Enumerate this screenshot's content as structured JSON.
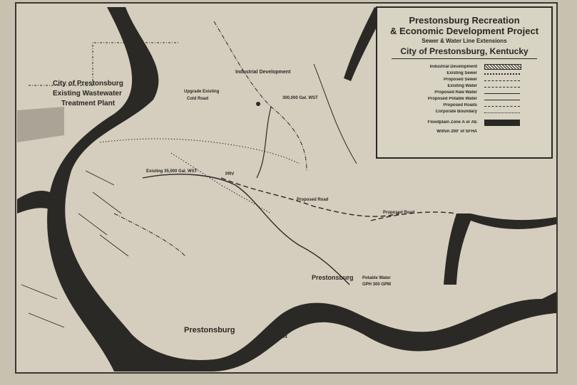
{
  "map": {
    "labels": {
      "wastewater_1": "City of Prestonsburg",
      "wastewater_2": "Existing Wastewater",
      "wastewater_3": "Treatment Plant",
      "industrial": "Industrial Development",
      "gal_east": "300,000 Gal. WST",
      "upgrade_1": "Upgrade Existing",
      "upgrade_2": "Cold Road",
      "gal_west": "Existing 35,000 Gal. WST",
      "road_center": "Proposed Road",
      "road_right": "Proposed Road",
      "prv": "PRV",
      "town_center": "Prestonsburg",
      "potable_1": "Potable Water",
      "potable_2": "GPH 300 GPM",
      "town_lower": "Prestonsburg",
      "plant": "Water Plant"
    }
  },
  "legend": {
    "title_1": "Prestonsburg Recreation",
    "title_2": "& Economic Development Project",
    "subtitle": "Sewer & Water Line Extensions",
    "city": "City of Prestonsburg, Kentucky",
    "items": [
      {
        "label": "Industrial Development",
        "style": "hatch"
      },
      {
        "label": "Existing Sewer",
        "style": "dot"
      },
      {
        "label": "Proposed Sewer",
        "style": "dash"
      },
      {
        "label": "Existing Water",
        "style": "dashdot"
      },
      {
        "label": "Proposed Raw Water",
        "style": "solid"
      },
      {
        "label": "Proposed Potable Water",
        "style": "solid"
      },
      {
        "label": "Proposed Roads",
        "style": "longdash"
      },
      {
        "label": "Corporate Boundary",
        "style": "dotdash"
      },
      {
        "label": "Floodplain Zone A or AE",
        "style": "fill"
      },
      {
        "label": "Within 200' of SFHA",
        "style": "none"
      }
    ]
  },
  "colors": {
    "paper": "#cfc8b7",
    "ink": "#2a2824",
    "river": "#2b2925"
  }
}
